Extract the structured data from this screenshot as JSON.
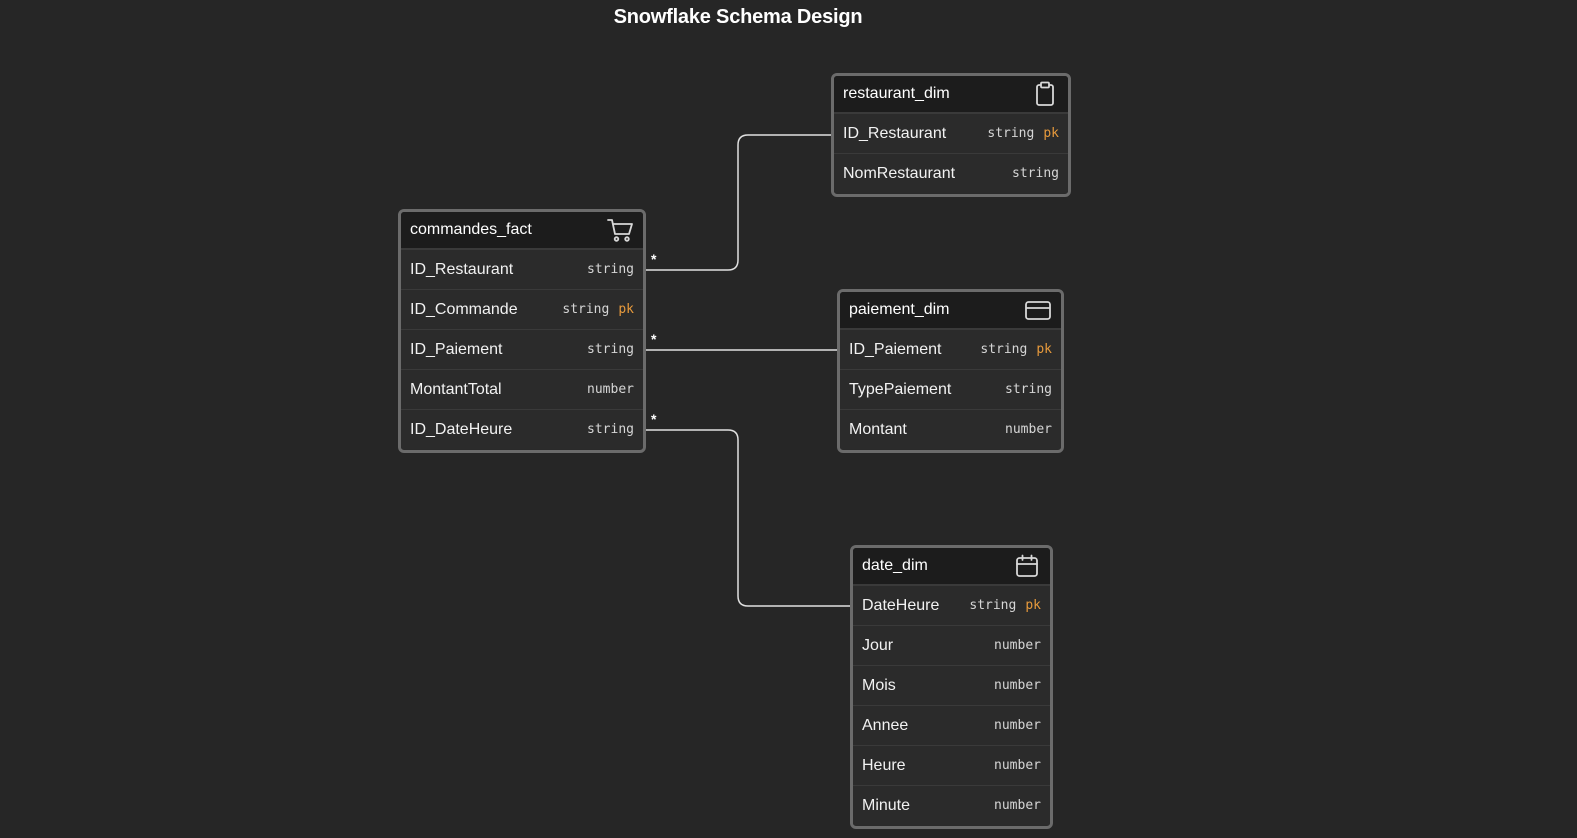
{
  "title": "Snowflake Schema Design",
  "colors": {
    "background": "#262626",
    "header": "#1c1c1c",
    "border": "#6b6b6b",
    "pk": "#e79a3c",
    "line": "#e0e0e0"
  },
  "cardinality_mark": "*",
  "entities": {
    "restaurant_dim": {
      "name": "restaurant_dim",
      "icon": "clipboard-icon",
      "fields": [
        {
          "name": "ID_Restaurant",
          "type": "string",
          "key": "pk"
        },
        {
          "name": "NomRestaurant",
          "type": "string",
          "key": ""
        }
      ]
    },
    "commandes_fact": {
      "name": "commandes_fact",
      "icon": "shopping-cart-icon",
      "fields": [
        {
          "name": "ID_Restaurant",
          "type": "string",
          "key": ""
        },
        {
          "name": "ID_Commande",
          "type": "string",
          "key": "pk"
        },
        {
          "name": "ID_Paiement",
          "type": "string",
          "key": ""
        },
        {
          "name": "MontantTotal",
          "type": "number",
          "key": ""
        },
        {
          "name": "ID_DateHeure",
          "type": "string",
          "key": ""
        }
      ]
    },
    "paiement_dim": {
      "name": "paiement_dim",
      "icon": "credit-card-icon",
      "fields": [
        {
          "name": "ID_Paiement",
          "type": "string",
          "key": "pk"
        },
        {
          "name": "TypePaiement",
          "type": "string",
          "key": ""
        },
        {
          "name": "Montant",
          "type": "number",
          "key": ""
        }
      ]
    },
    "date_dim": {
      "name": "date_dim",
      "icon": "calendar-icon",
      "fields": [
        {
          "name": "DateHeure",
          "type": "string",
          "key": "pk"
        },
        {
          "name": "Jour",
          "type": "number",
          "key": ""
        },
        {
          "name": "Mois",
          "type": "number",
          "key": ""
        },
        {
          "name": "Annee",
          "type": "number",
          "key": ""
        },
        {
          "name": "Heure",
          "type": "number",
          "key": ""
        },
        {
          "name": "Minute",
          "type": "number",
          "key": ""
        }
      ]
    }
  },
  "relationships": [
    {
      "from": "commandes_fact.ID_Restaurant",
      "to": "restaurant_dim.ID_Restaurant",
      "from_cardinality": "*"
    },
    {
      "from": "commandes_fact.ID_Paiement",
      "to": "paiement_dim.ID_Paiement",
      "from_cardinality": "*"
    },
    {
      "from": "commandes_fact.ID_DateHeure",
      "to": "date_dim.DateHeure",
      "from_cardinality": "*"
    }
  ]
}
